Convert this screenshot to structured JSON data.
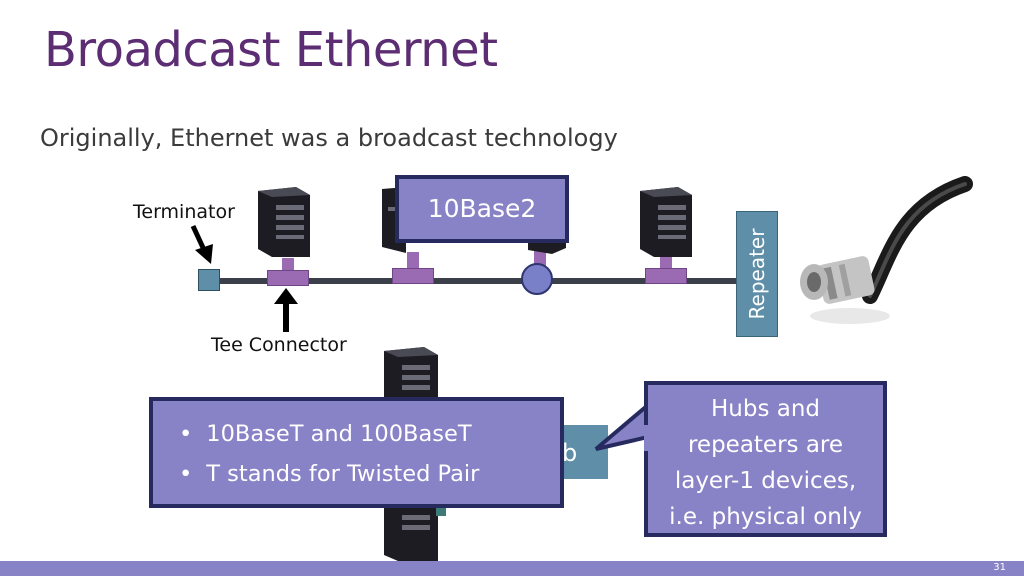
{
  "slide": {
    "title": "Broadcast Ethernet",
    "subtitle": "Originally, Ethernet was a broadcast technology",
    "page_number": "31"
  },
  "diagram": {
    "terminator_label": "Terminator",
    "tee_label": "Tee Connector",
    "repeater_label": "Repeater",
    "cable_callout": "10Base2",
    "hub_label_fragment": "b"
  },
  "callouts": {
    "bullets": [
      "10BaseT and 100BaseT",
      "T stands for Twisted Pair"
    ],
    "hubs_note_lines": [
      "Hubs and",
      "repeaters are",
      "layer-1 devices,",
      "i.e. physical only"
    ]
  },
  "colors": {
    "title": "#5c2d72",
    "callout_fill": "#8882c6",
    "callout_border": "#262a5e",
    "tee": "#9a6bb3",
    "repeater": "#5f8fa8",
    "footer": "#8882c6"
  },
  "icons": [
    "computer-tower-icon",
    "bnc-cable-icon",
    "arrow-down-icon",
    "arrow-up-icon"
  ]
}
